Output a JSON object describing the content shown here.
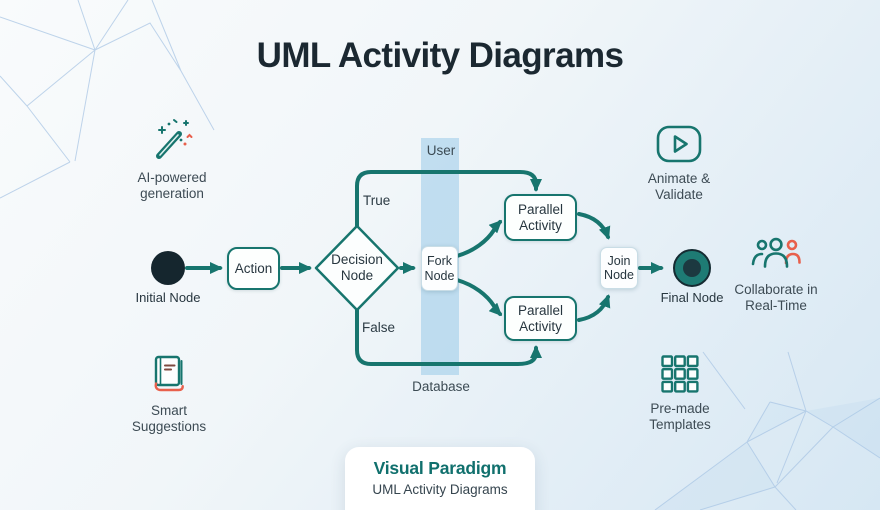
{
  "title": "UML Activity Diagrams",
  "features": {
    "ai": {
      "line1": "AI-powered",
      "line2": "generation"
    },
    "smart": {
      "line1": "Smart",
      "line2": "Suggestions"
    },
    "animate": {
      "line1": "Animate &",
      "line2": "Validate"
    },
    "collaborate": {
      "line1": "Collaborate in",
      "line2": "Real-Time"
    },
    "templates": {
      "line1": "Pre-made",
      "line2": "Templates"
    }
  },
  "diagram": {
    "initial": "Initial Node",
    "action": "Action",
    "decision": {
      "line1": "Decision",
      "line2": "Node"
    },
    "fork": {
      "line1": "Fork",
      "line2": "Node"
    },
    "parallel_top": {
      "line1": "Parallel",
      "line2": "Activity"
    },
    "parallel_bottom": {
      "line1": "Parallel",
      "line2": "Activity"
    },
    "join": {
      "line1": "Join",
      "line2": "Node"
    },
    "final": "Final Node",
    "guard_true": "True",
    "guard_false": "False",
    "lane_label_top": "User",
    "lane_label_bottom": "Database"
  },
  "footer": {
    "brand": "Visual Paradigm",
    "subtitle": "UML Activity Diagrams"
  },
  "colors": {
    "teal": "#17756e",
    "accent_red": "#e8604c",
    "dark_node": "#15262e",
    "title_text": "#1b2831",
    "lane_blue": "#88c0e4",
    "wireframe_blue": "#a9c6e4"
  }
}
